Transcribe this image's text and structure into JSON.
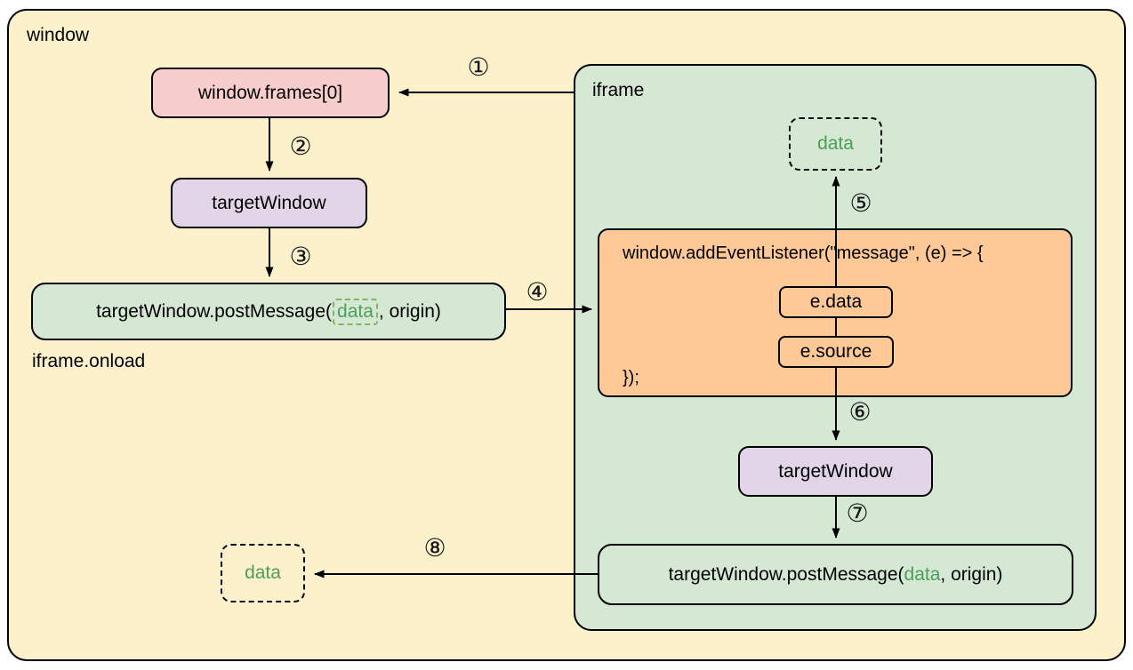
{
  "diagram": {
    "outer_window": {
      "label": "window"
    },
    "iframe": {
      "label": "iframe"
    },
    "nodes": {
      "window_frames": {
        "label": "window.frames[0]"
      },
      "target_window_top": {
        "label": "targetWindow"
      },
      "post_message_parent": {
        "pre": "targetWindow.postMessage(",
        "arg": "data",
        "post": ", origin)"
      },
      "iframe_onload": {
        "label": "iframe.onload"
      },
      "data_in_iframe": {
        "label": "data"
      },
      "listener": {
        "open": "window.addEventListener(\"message\", (e) => {",
        "e_data": "e.data",
        "e_source": "e.source",
        "close": "});"
      },
      "target_window_bottom": {
        "label": "targetWindow"
      },
      "post_message_iframe": {
        "pre": "targetWindow.postMessage(",
        "arg": "data",
        "post": ", origin)"
      },
      "data_in_parent": {
        "label": "data"
      }
    },
    "steps": {
      "s1": "①",
      "s2": "②",
      "s3": "③",
      "s4": "④",
      "s5": "⑤",
      "s6": "⑥",
      "s7": "⑦",
      "s8": "⑧"
    },
    "colors": {
      "page_fill": "#fdf1cb",
      "iframe_fill": "#d5e8d4",
      "pink_fill": "#f8cecc",
      "purple_fill": "#e1d5e7",
      "orange_fill": "#fec997",
      "green_node_fill": "#d5e8d4",
      "data_text": "#4d9e59",
      "dashed_green": "#82b366",
      "stroke": "#000000"
    }
  }
}
